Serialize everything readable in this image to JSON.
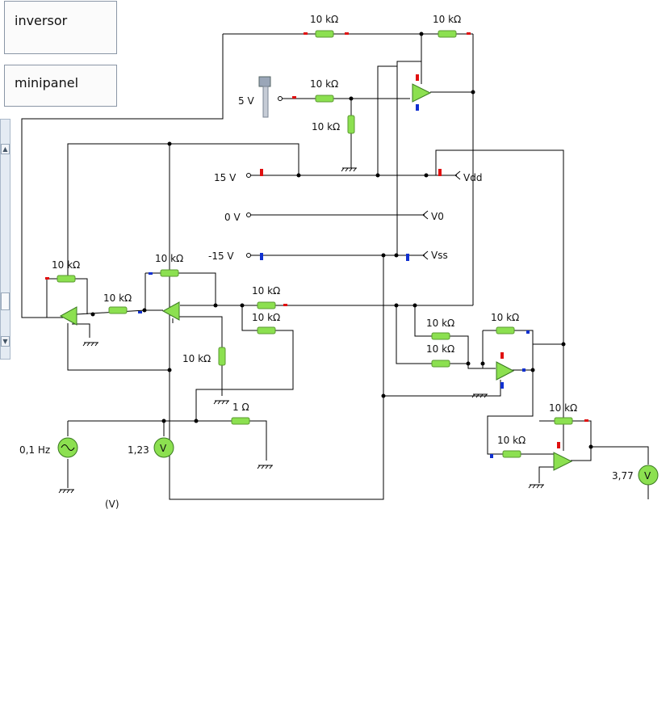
{
  "buttons": {
    "inversor": "inversor",
    "minipanel": "minipanel"
  },
  "labels": {
    "r10k": "10 kΩ",
    "r1": "1 Ω",
    "v5": "5 V",
    "v15": "15 V",
    "v0": "0 V",
    "vneg15": "-15 V",
    "vdd": "Vdd",
    "v0net": "V0",
    "vss": "Vss",
    "freq": "0,1 Hz",
    "meter1": "1,23",
    "meter2": "3,77",
    "meter_glyph": "V",
    "cut_label": "(V)"
  },
  "colors": {
    "resistor": "#8ce050",
    "opamp": "#8ce050",
    "positive": "#e01010",
    "negative": "#1030d0",
    "wire": "#000000"
  }
}
